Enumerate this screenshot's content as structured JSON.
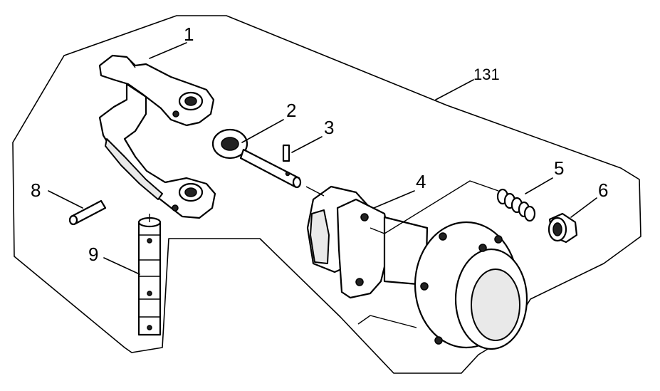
{
  "diagram": {
    "callouts": [
      {
        "id": "1",
        "text": "1"
      },
      {
        "id": "2",
        "text": "2"
      },
      {
        "id": "3",
        "text": "3"
      },
      {
        "id": "4",
        "text": "4"
      },
      {
        "id": "5",
        "text": "5"
      },
      {
        "id": "6",
        "text": "6"
      },
      {
        "id": "8",
        "text": "8"
      },
      {
        "id": "9",
        "text": "9"
      },
      {
        "id": "131",
        "text": "131"
      }
    ]
  }
}
